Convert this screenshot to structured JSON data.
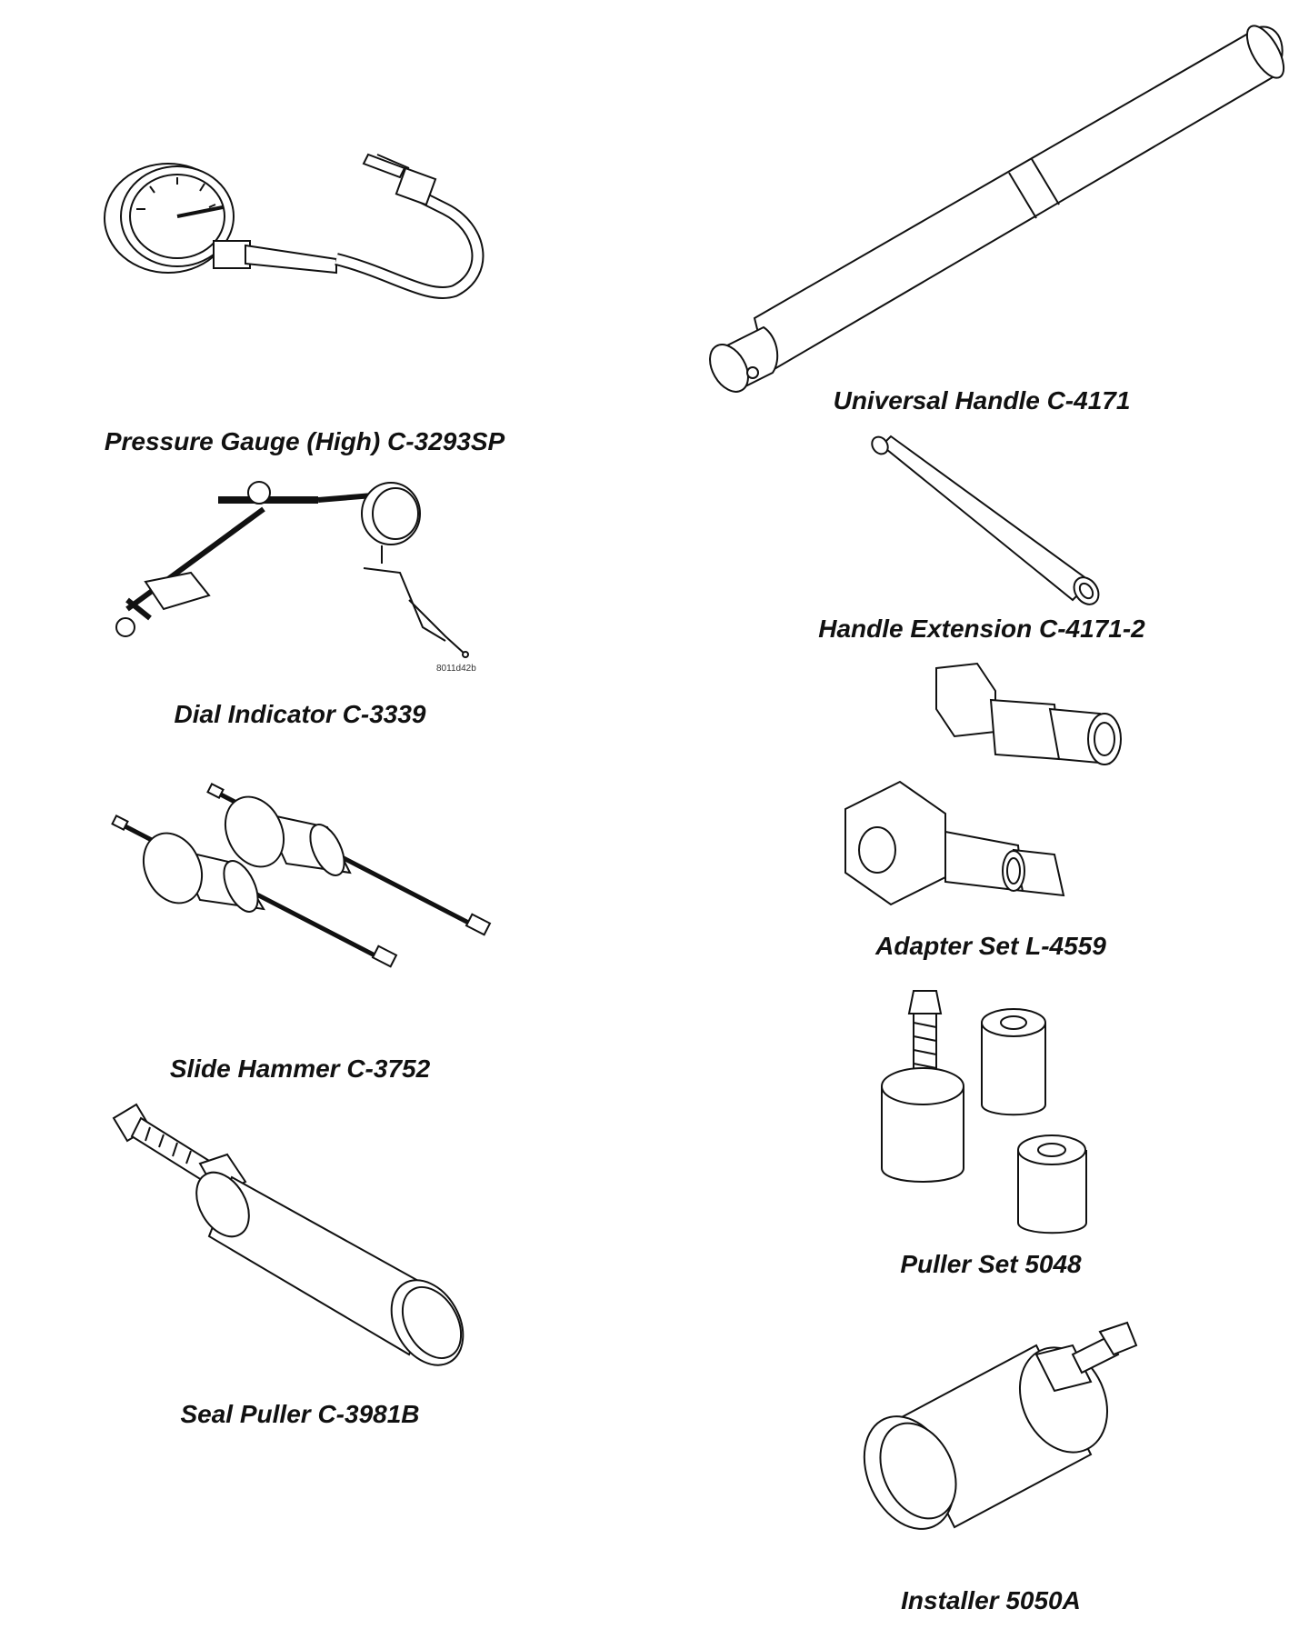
{
  "tools": [
    {
      "id": "pressure-gauge",
      "label": "Pressure Gauge (High) C-3293SP"
    },
    {
      "id": "universal-handle",
      "label": "Universal Handle C-4171"
    },
    {
      "id": "dial-indicator",
      "label": "Dial Indicator C-3339"
    },
    {
      "id": "handle-extension",
      "label": "Handle Extension C-4171-2"
    },
    {
      "id": "adapter-set",
      "label": "Adapter Set L-4559"
    },
    {
      "id": "slide-hammer",
      "label": "Slide Hammer C-3752"
    },
    {
      "id": "puller-set",
      "label": "Puller Set 5048"
    },
    {
      "id": "seal-puller",
      "label": "Seal Puller C-3981B"
    },
    {
      "id": "installer",
      "label": "Installer 5050A"
    }
  ],
  "figure_code": "8011d42b",
  "icons": [
    "pressure-gauge-icon",
    "universal-handle-icon",
    "dial-indicator-icon",
    "handle-extension-icon",
    "adapter-set-icon",
    "slide-hammer-icon",
    "puller-set-icon",
    "seal-puller-icon",
    "installer-icon"
  ],
  "colors": {
    "line": "#111111",
    "fill": "#ffffff"
  }
}
